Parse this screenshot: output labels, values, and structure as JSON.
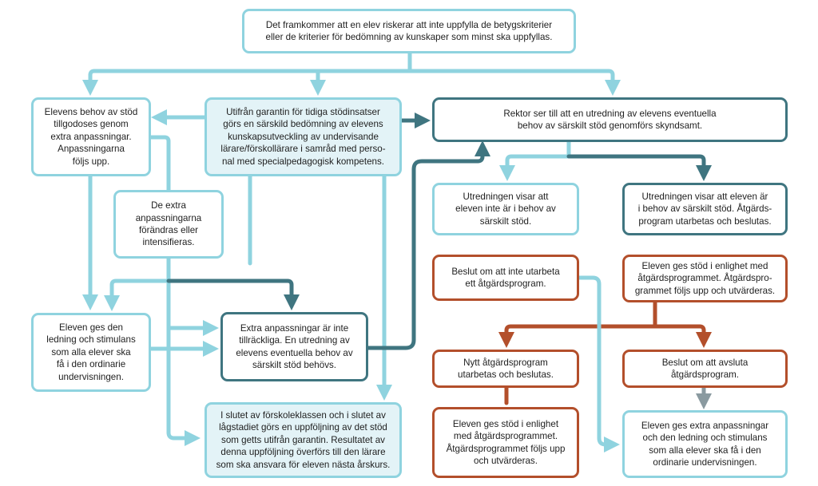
{
  "colors": {
    "light_teal": "#8fd3df",
    "light_fill": "#e3f3f7",
    "dark_teal": "#3f7580",
    "orange": "#b34f2b",
    "grey_arrow": "#8a9aa0"
  },
  "boxes": {
    "top": "Det framkommer att en elev riskerar att inte uppfylla de betygskriterier\neller de kriterier för bedömning av kunskaper som minst ska uppfyllas.",
    "extra_support": "Elevens behov av stöd\ntillgodoses genom\nextra anpassningar.\nAnpassningarna\nföljs upp.",
    "guarantee": "Utifrån garantin för tidiga stödinsatser\ngörs en särskild bedömning av elevens\nkunskapsutveckling av undervisande\nlärare/förskollärare i samråd med perso-\nnal med specialpedagogisk kompetens.",
    "principal": "Rektor ser till att en utredning av elevens eventuella\nbehov av särskilt stöd genomförs skyndsamt.",
    "changed": "De extra\nanpassningarna\nförändras eller\nintensifieras.",
    "guidance": "Eleven ges den\nledning och stimulans\nsom alla elever ska\nfå i den ordinarie\nundervisningen.",
    "insufficient": "Extra anpassningar är inte\ntillräckliga. En utredning av\nelevens eventuella behov av\nsärskilt stöd behövs.",
    "followup": "I slutet av förskoleklassen och i slutet av\nlågstadiet görs en uppföljning av det stöd\nsom getts utifrån garantin. Resultatet av\ndenna uppföljning överförs till den lärare\nsom ska ansvara för eleven nästa årskurs.",
    "not_needed": "Utredningen visar att\neleven inte är i behov av\nsärskilt stöd.",
    "needed": "Utredningen visar att eleven är\ni behov av särskilt stöd. Åtgärds-\nprogram utarbetas och beslutas.",
    "decision_no_program": "Beslut om att inte utarbeta\nett åtgärdsprogram.",
    "support_per_program": "Eleven ges stöd i enlighet med\nåtgärdsprogrammet. Åtgärdspro-\ngrammet följs upp och utvärderas.",
    "new_program": "Nytt åtgärdsprogram\nutarbetas och beslutas.",
    "decision_end": "Beslut om att avsluta\nåtgärdsprogram.",
    "support_per_program_2": "Eleven ges stöd i enlighet\nmed åtgärdsprogrammet.\nÅtgärdsprogrammet följs upp\noch utvärderas.",
    "extra_and_guidance": "Eleven ges extra anpassningar\noch den ledning och stimulans\nsom alla elever ska få i den\nordinarie undervisningen."
  }
}
